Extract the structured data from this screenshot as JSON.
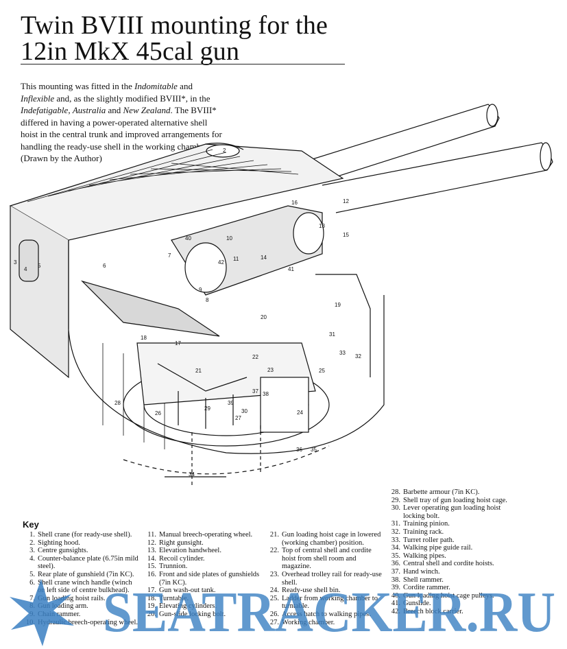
{
  "title": {
    "line1": "Twin BVIII mounting for the",
    "line2": "12in MkX 45cal gun"
  },
  "intro": {
    "p1": "This mounting was fitted in the ",
    "ship1": "Indomitable",
    "p2": " and ",
    "ship2": "Inflexible",
    "p3": " and, as the slightly modified BVIII*, in the ",
    "ship3": "Indefatigable",
    "p4": ", ",
    "ship4": "Australia",
    "p5": " and ",
    "ship5": "New Zealand",
    "p6": ". The BVIII* differed in having a power-operated alternative shell hoist in the central trunk and improved arrangements for handling the ready-use shell in the working chamber. (Drawn by the Author)"
  },
  "callouts": [
    "2",
    "3",
    "4",
    "5",
    "6",
    "7",
    "8",
    "9",
    "10",
    "11",
    "12",
    "13",
    "14",
    "15",
    "16",
    "17",
    "18",
    "19",
    "20",
    "21",
    "22",
    "23",
    "24",
    "25",
    "26",
    "27",
    "28",
    "29",
    "30",
    "31",
    "32",
    "33",
    "34",
    "35",
    "36",
    "37",
    "38",
    "39",
    "40",
    "41",
    "42"
  ],
  "key": {
    "title": "Key",
    "items": [
      {
        "n": "1.",
        "t": "Shell crane (for ready-use shell)."
      },
      {
        "n": "2.",
        "t": "Sighting hood."
      },
      {
        "n": "3.",
        "t": "Centre gunsights."
      },
      {
        "n": "4.",
        "t": "Counter-balance plate (6.75in mild steel)."
      },
      {
        "n": "5.",
        "t": "Rear plate of gunshield (7in KC)."
      },
      {
        "n": "6.",
        "t": "Shell crane winch handle (winch on left side of centre bulkhead)."
      },
      {
        "n": "7.",
        "t": "Gun loading hoist rails."
      },
      {
        "n": "8.",
        "t": "Gun loading arm."
      },
      {
        "n": "9.",
        "t": "Chain rammer."
      },
      {
        "n": "10.",
        "t": "Hydraulic breech-operating wheel."
      },
      {
        "n": "11.",
        "t": "Manual breech-operating wheel."
      },
      {
        "n": "12.",
        "t": "Right gunsight."
      },
      {
        "n": "13.",
        "t": "Elevation handwheel."
      },
      {
        "n": "14.",
        "t": "Recoil cylinder."
      },
      {
        "n": "15.",
        "t": "Trunnion."
      },
      {
        "n": "16.",
        "t": "Front and side plates of gunshields (7in KC)."
      },
      {
        "n": "17.",
        "t": "Gun wash-out tank."
      },
      {
        "n": "18.",
        "t": "Turntable."
      },
      {
        "n": "19.",
        "t": "Elevating cylinders."
      },
      {
        "n": "20.",
        "t": "Gun-slide locking bolt."
      },
      {
        "n": "21.",
        "t": "Gun loading hoist cage in lowered (working chamber) position."
      },
      {
        "n": "22.",
        "t": "Top of central shell and cordite hoist from shell room and magazine."
      },
      {
        "n": "23.",
        "t": "Overhead trolley rail for ready-use shell."
      },
      {
        "n": "24.",
        "t": "Ready-use shell bin."
      },
      {
        "n": "25.",
        "t": "Ladder from working chamber to turntable."
      },
      {
        "n": "26.",
        "t": "Access hatch to walking pipes."
      },
      {
        "n": "27.",
        "t": "Working chamber."
      },
      {
        "n": "28.",
        "t": "Barbette armour (7in KC)."
      },
      {
        "n": "29.",
        "t": "Shell tray of gun loading hoist cage."
      },
      {
        "n": "30.",
        "t": "Lever operating gun loading hoist locking bolt."
      },
      {
        "n": "31.",
        "t": "Training pinion."
      },
      {
        "n": "32.",
        "t": "Training rack."
      },
      {
        "n": "33.",
        "t": "Turret roller path."
      },
      {
        "n": "34.",
        "t": "Walking pipe guide rail."
      },
      {
        "n": "35.",
        "t": "Walking pipes."
      },
      {
        "n": "36.",
        "t": "Central shell and cordite hoists."
      },
      {
        "n": "37.",
        "t": "Hand winch."
      },
      {
        "n": "38.",
        "t": "Shell rammer."
      },
      {
        "n": "39.",
        "t": "Cordite rammer."
      },
      {
        "n": "40.",
        "t": "Gun loading hoist cage pulleys."
      },
      {
        "n": "41.",
        "t": "Gunslide."
      },
      {
        "n": "42.",
        "t": "Breech block carrier."
      }
    ]
  },
  "watermark": {
    "text": "SEATRACKER.RU",
    "color": "#3a7fc2"
  }
}
